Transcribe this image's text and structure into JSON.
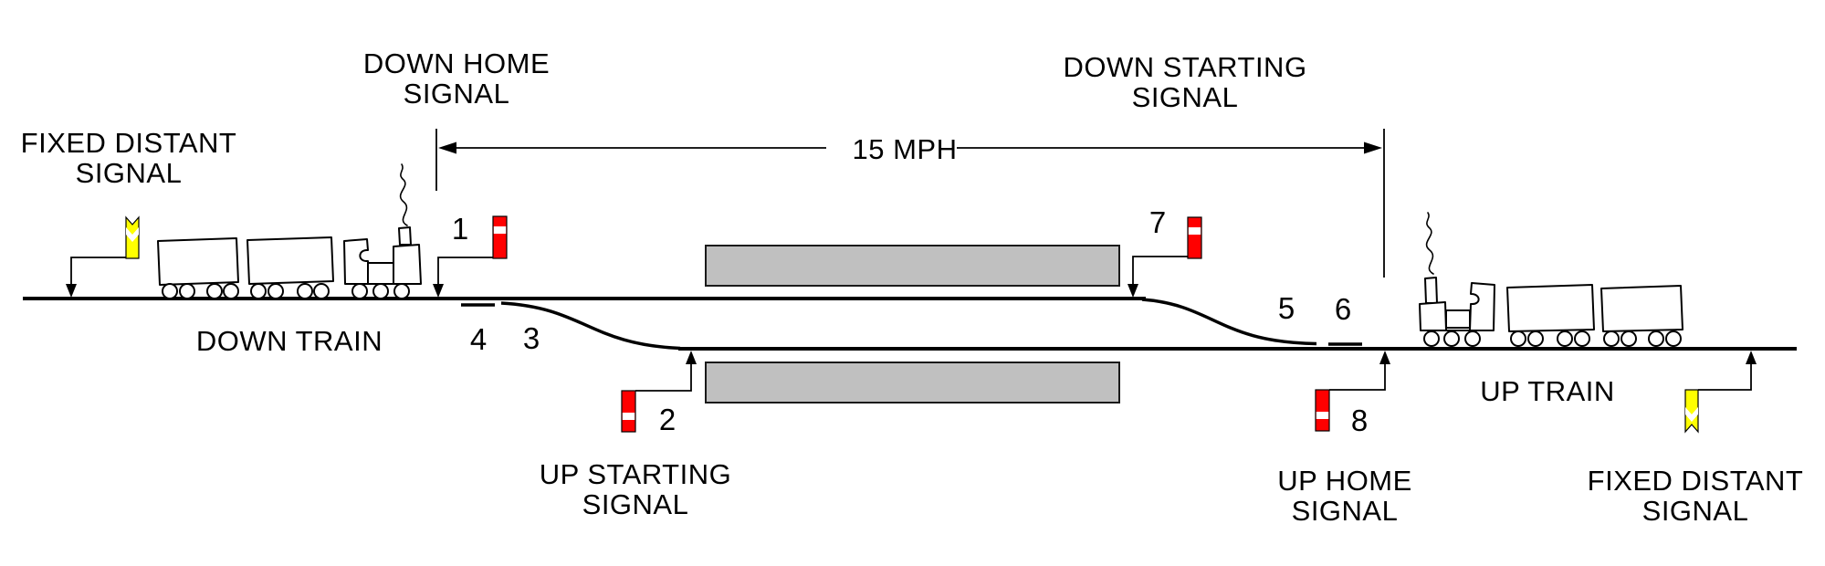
{
  "colors": {
    "signal_red": "#FF0000",
    "distant_yellow": "#FFFF00",
    "platform_gray": "#C0C0C0",
    "band_white": "#FFFFFF",
    "line_black": "#000000"
  },
  "labels": {
    "fixed_distant_left": {
      "line1": "FIXED DISTANT",
      "line2": "SIGNAL"
    },
    "down_home": {
      "line1": "DOWN HOME",
      "line2": "SIGNAL"
    },
    "down_starting": {
      "line1": "DOWN STARTING",
      "line2": "SIGNAL"
    },
    "up_starting": {
      "line1": "UP STARTING",
      "line2": "SIGNAL"
    },
    "up_home": {
      "line1": "UP HOME",
      "line2": "SIGNAL"
    },
    "fixed_distant_right": {
      "line1": "FIXED DISTANT",
      "line2": "SIGNAL"
    },
    "down_train": "DOWN TRAIN",
    "up_train": "UP TRAIN",
    "speed_restriction": "15 MPH"
  },
  "numbers": {
    "down_home_signal": "1",
    "up_starting_signal": "2",
    "left_loop_curve": "3",
    "left_points_blade": "4",
    "right_loop_curve": "5",
    "right_points_blade": "6",
    "down_starting_signal": "7",
    "up_home_signal": "8"
  }
}
